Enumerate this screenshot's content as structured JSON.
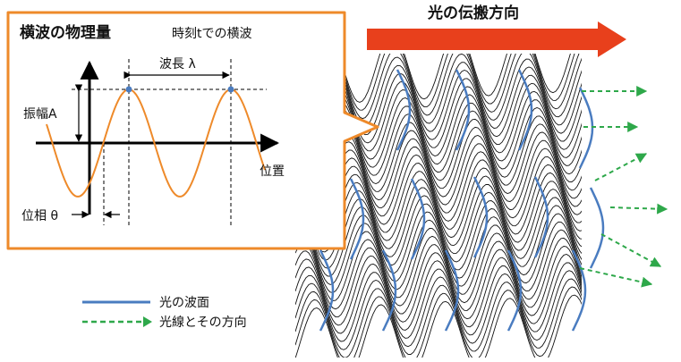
{
  "propagation": {
    "label": "光の伝搬方向",
    "arrow_color": "#e8401c"
  },
  "callout": {
    "title": "横波の物理量",
    "subtitle": "時刻tでの横波",
    "wavelength_label": "波長 λ",
    "amplitude_label": "振幅A",
    "position_label": "位置",
    "phase_label": "位相 θ",
    "border_color": "#ee8a2a",
    "wave_color": "#ee8a2a",
    "peak_dot_color": "#4a7cc0"
  },
  "legend": {
    "wavefront_label": "光の波面",
    "ray_label": "光線とその方向",
    "wavefront_color": "#4a7cc0",
    "ray_color": "#2ea84a"
  }
}
